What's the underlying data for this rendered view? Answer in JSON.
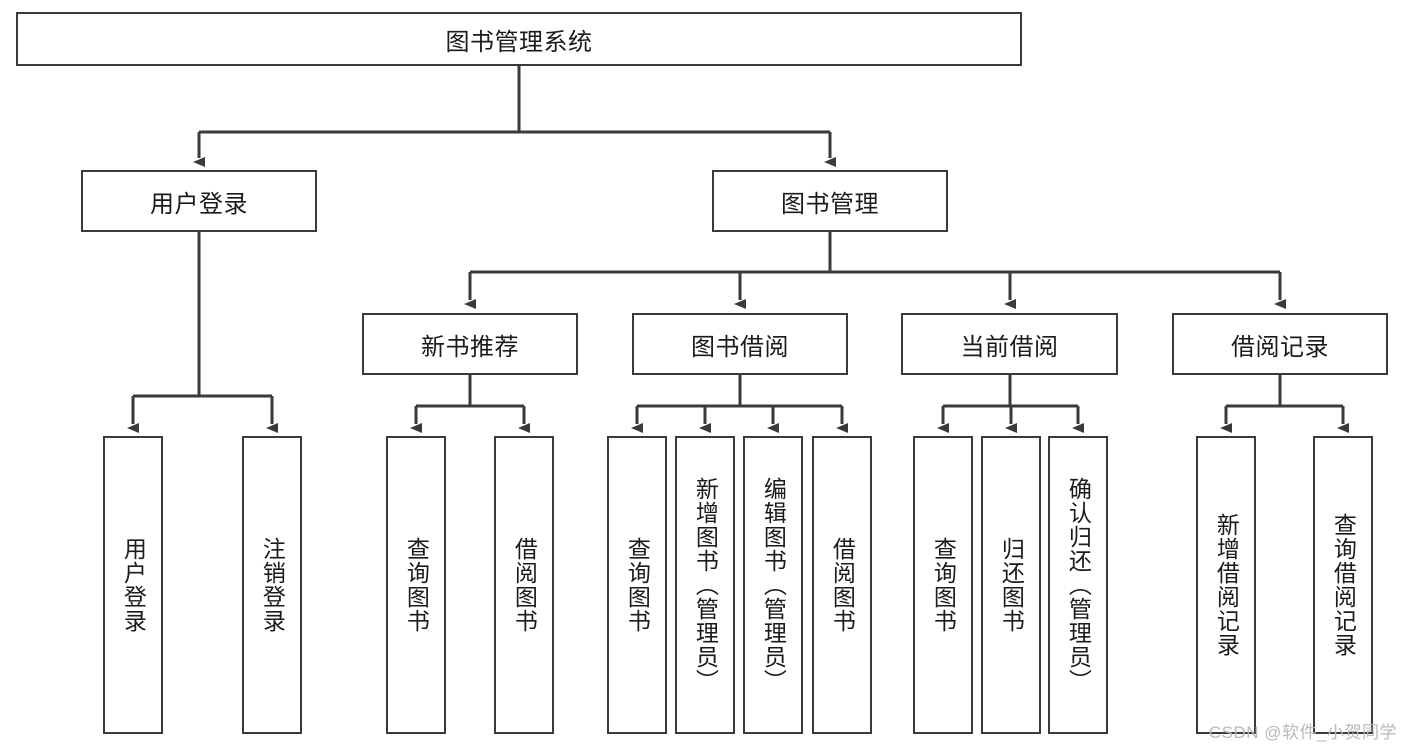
{
  "diagram": {
    "title": "图书管理系统",
    "type": "tree-hierarchy-chart",
    "root": {
      "label": "图书管理系统"
    },
    "level2": [
      {
        "label": "用户登录"
      },
      {
        "label": "图书管理"
      }
    ],
    "level3": [
      {
        "label": "新书推荐"
      },
      {
        "label": "图书借阅"
      },
      {
        "label": "当前借阅"
      },
      {
        "label": "借阅记录"
      }
    ],
    "leaves": {
      "user_login": [
        {
          "label": "用户登录"
        },
        {
          "label": "注销登录"
        }
      ],
      "new_book_recommend": [
        {
          "label": "查询图书"
        },
        {
          "label": "借阅图书"
        }
      ],
      "book_borrow": [
        {
          "label": "查询图书"
        },
        {
          "label": "新增图书（管理员）"
        },
        {
          "label": "编辑图书（管理员）"
        },
        {
          "label": "借阅图书"
        }
      ],
      "current_borrow": [
        {
          "label": "查询图书"
        },
        {
          "label": "归还图书"
        },
        {
          "label": "确认归还（管理员）"
        }
      ],
      "borrow_record": [
        {
          "label": "新增借阅记录"
        },
        {
          "label": "查询借阅记录"
        }
      ]
    }
  },
  "watermark": {
    "text": "CSDN @软件_小贺同学"
  },
  "colors": {
    "stroke": "#3a3a3a",
    "node_fill": "#ffffff",
    "text": "#1b1b1b",
    "background": "#ffffff",
    "watermark": "#b9b9b9"
  }
}
